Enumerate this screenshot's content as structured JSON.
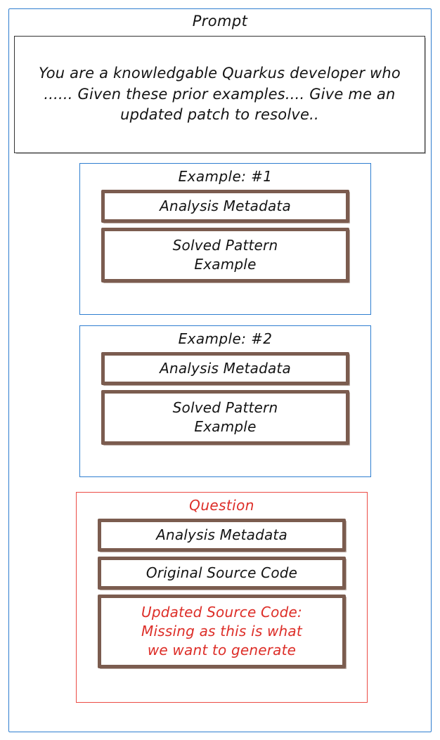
{
  "diagram": {
    "title": "Prompt",
    "prompt_text": "You are a knowledgable Quarkus developer who ...... Given these prior examples.... Give me an updated patch to resolve..",
    "sections": [
      {
        "id": "example-1",
        "title": "Example: #1",
        "accent": "#2f7ed0",
        "boxes": [
          {
            "label": "Analysis Metadata",
            "color": "#141414"
          },
          {
            "label": "Solved Pattern\nExample",
            "color": "#141414"
          }
        ]
      },
      {
        "id": "example-2",
        "title": "Example: #2",
        "accent": "#2f7ed0",
        "boxes": [
          {
            "label": "Analysis Metadata",
            "color": "#141414"
          },
          {
            "label": "Solved Pattern\nExample",
            "color": "#141414"
          }
        ]
      },
      {
        "id": "question",
        "title": "Question",
        "accent": "#ec4b45",
        "boxes": [
          {
            "label": "Analysis Metadata",
            "color": "#141414"
          },
          {
            "label": "Original Source Code",
            "color": "#141414"
          },
          {
            "label": "Updated Source Code:\nMissing as this is what\nwe want to generate",
            "color": "#dd2e28"
          }
        ]
      }
    ],
    "colors": {
      "outer_frame": "#2f7ed0",
      "prompt_box_border": "#333333",
      "inner_box_border": "#7b5c4f",
      "question_frame": "#ec4b45",
      "question_text": "#dd2e28",
      "body_text": "#141414",
      "background": "#ffffff"
    }
  }
}
